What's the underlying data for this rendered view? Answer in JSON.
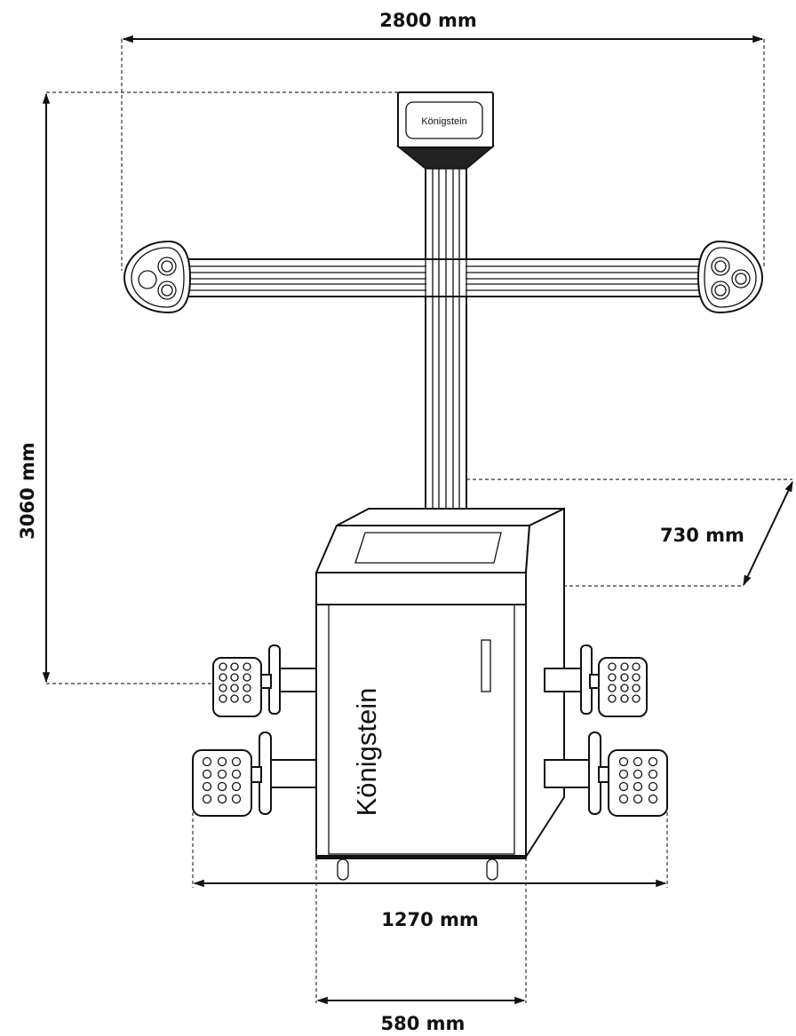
{
  "dimensions": {
    "width_total": "2800 mm",
    "height_total": "3060 mm",
    "depth": "730 mm",
    "wheel_track": "1270 mm",
    "base_width": "580 mm"
  },
  "brand": {
    "head_logo": "Königstein",
    "cabinet_logo": "Königstein"
  }
}
